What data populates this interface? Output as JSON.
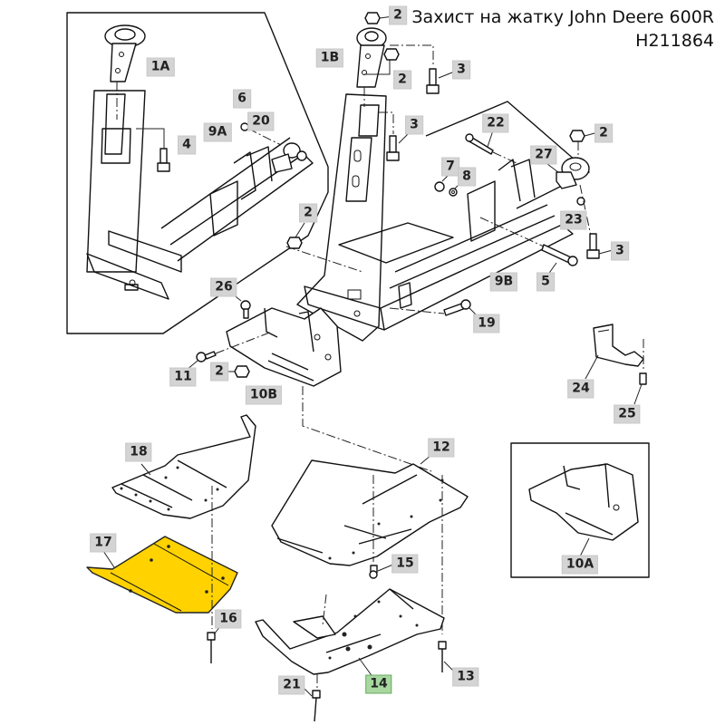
{
  "title": {
    "line1": "Захист на жатку John Deere 600R",
    "line2": "H211864"
  },
  "highlight_color": "#ffd200",
  "selected_callout_color": "#a8d8a0",
  "callouts": [
    {
      "id": "c-1A",
      "label": "1A"
    },
    {
      "id": "c-1B",
      "label": "1B"
    },
    {
      "id": "c-2a",
      "label": "2"
    },
    {
      "id": "c-2b",
      "label": "2"
    },
    {
      "id": "c-2c",
      "label": "2"
    },
    {
      "id": "c-2d",
      "label": "2"
    },
    {
      "id": "c-2e",
      "label": "2"
    },
    {
      "id": "c-3a",
      "label": "3"
    },
    {
      "id": "c-3b",
      "label": "3"
    },
    {
      "id": "c-3c",
      "label": "3"
    },
    {
      "id": "c-4",
      "label": "4"
    },
    {
      "id": "c-5",
      "label": "5"
    },
    {
      "id": "c-6",
      "label": "6"
    },
    {
      "id": "c-7",
      "label": "7"
    },
    {
      "id": "c-8",
      "label": "8"
    },
    {
      "id": "c-9A",
      "label": "9A"
    },
    {
      "id": "c-9B",
      "label": "9B"
    },
    {
      "id": "c-10A",
      "label": "10A"
    },
    {
      "id": "c-10B",
      "label": "10B"
    },
    {
      "id": "c-11",
      "label": "11"
    },
    {
      "id": "c-12",
      "label": "12"
    },
    {
      "id": "c-13",
      "label": "13"
    },
    {
      "id": "c-14",
      "label": "14",
      "selected": true
    },
    {
      "id": "c-15",
      "label": "15"
    },
    {
      "id": "c-16",
      "label": "16"
    },
    {
      "id": "c-17",
      "label": "17",
      "highlighted_part": true
    },
    {
      "id": "c-18",
      "label": "18"
    },
    {
      "id": "c-19",
      "label": "19"
    },
    {
      "id": "c-20",
      "label": "20"
    },
    {
      "id": "c-21",
      "label": "21"
    },
    {
      "id": "c-22",
      "label": "22"
    },
    {
      "id": "c-23",
      "label": "23"
    },
    {
      "id": "c-24",
      "label": "24"
    },
    {
      "id": "c-25",
      "label": "25"
    },
    {
      "id": "c-26",
      "label": "26"
    },
    {
      "id": "c-27",
      "label": "27"
    }
  ]
}
